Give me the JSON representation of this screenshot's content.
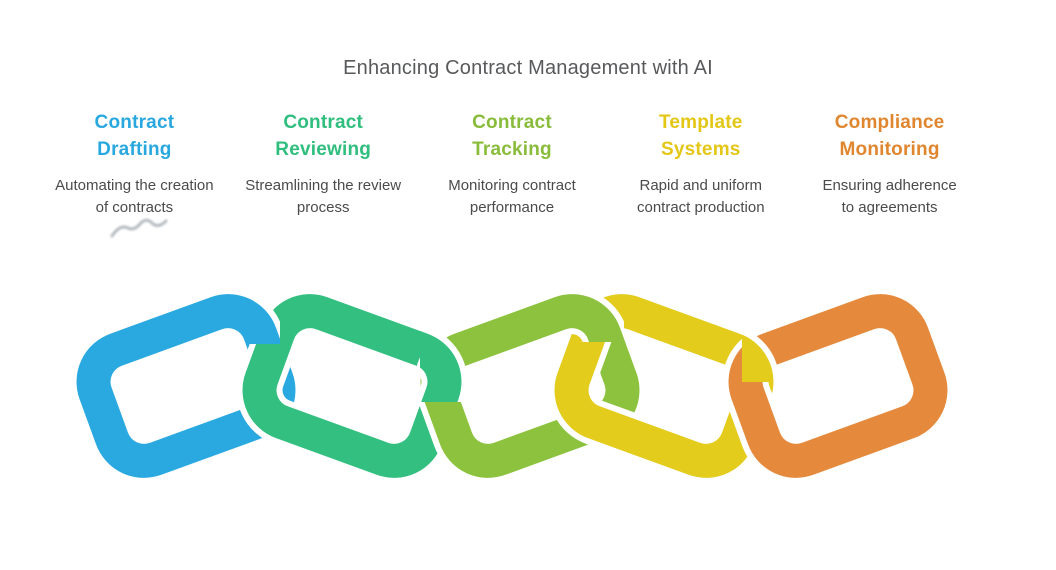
{
  "title": "Enhancing Contract Management with AI",
  "text_colors": {
    "title": "#58595B",
    "body": "#4B4B4D"
  },
  "columns": [
    {
      "heading": "Contract Drafting",
      "description": "Automating the creation of contracts",
      "color": "#29A8DF"
    },
    {
      "heading": "Contract Reviewing",
      "description": "Streamlining the review process",
      "color": "#2FBE7D"
    },
    {
      "heading": "Contract Tracking",
      "description": "Monitoring contract performance",
      "color": "#8ABC3B"
    },
    {
      "heading": "Template Systems",
      "description": "Rapid and uniform contract production",
      "color": "#E4C716"
    },
    {
      "heading": "Compliance Monitoring",
      "description": "Ensuring adherence to agreements",
      "color": "#E0862F"
    }
  ],
  "chain": {
    "casing_color": "#FFFFFF",
    "links": [
      {
        "name": "contract-drafting-link",
        "color": "#2AA9E1"
      },
      {
        "name": "contract-reviewing-link",
        "color": "#33BF80"
      },
      {
        "name": "contract-tracking-link",
        "color": "#8CC23D"
      },
      {
        "name": "template-systems-link",
        "color": "#E3CC1C"
      },
      {
        "name": "compliance-monitoring-link",
        "color": "#E58A3C"
      }
    ]
  }
}
